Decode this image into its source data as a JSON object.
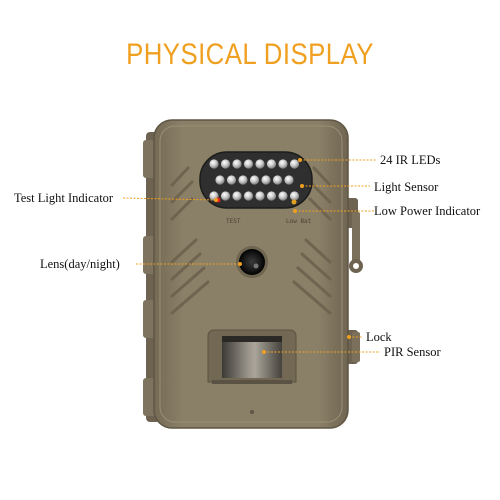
{
  "title": "PHYSICAL DISPLAY",
  "device": {
    "test_text": "TEST",
    "low_bat_text": "Low Bat"
  },
  "callouts": [
    {
      "name": "ir-leds",
      "label": "24 IR LEDs"
    },
    {
      "name": "light-sensor",
      "label": "Light Sensor"
    },
    {
      "name": "low-power-indicator",
      "label": "Low Power Indicator"
    },
    {
      "name": "test-light-indicator",
      "label": "Test Light Indicator"
    },
    {
      "name": "lens",
      "label": "Lens(day/night)"
    },
    {
      "name": "lock",
      "label": "Lock"
    },
    {
      "name": "pir-sensor",
      "label": "PIR Sensor"
    }
  ],
  "colors": {
    "title": "#f0a020",
    "callout_line": "#f0a020",
    "body": "#857a62",
    "body_dark": "#6e6450",
    "led_window": "#2f2f30"
  }
}
